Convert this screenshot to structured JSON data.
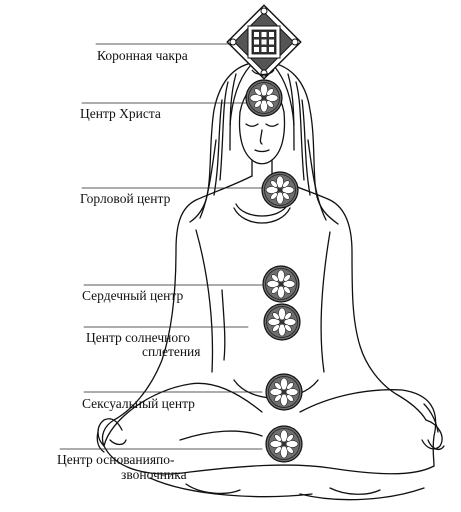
{
  "labels": {
    "crown": "Коронная чакра",
    "christ": "Центр Христа",
    "throat": "Горловой центр",
    "heart": "Сердечный центр",
    "solar_line1": "Центр солнечного",
    "solar_line2": "сплетения",
    "sacral": "Сексуальный центр",
    "base_line1": "Центр основанияпо-",
    "base_line2": "звоночника"
  },
  "colors": {
    "ink": "#111111",
    "chakra_fill": "#6f6f6f",
    "background": "#ffffff"
  },
  "icons": {
    "crown": "diamond-lattice-icon",
    "chakra": "lotus-flower-icon"
  }
}
